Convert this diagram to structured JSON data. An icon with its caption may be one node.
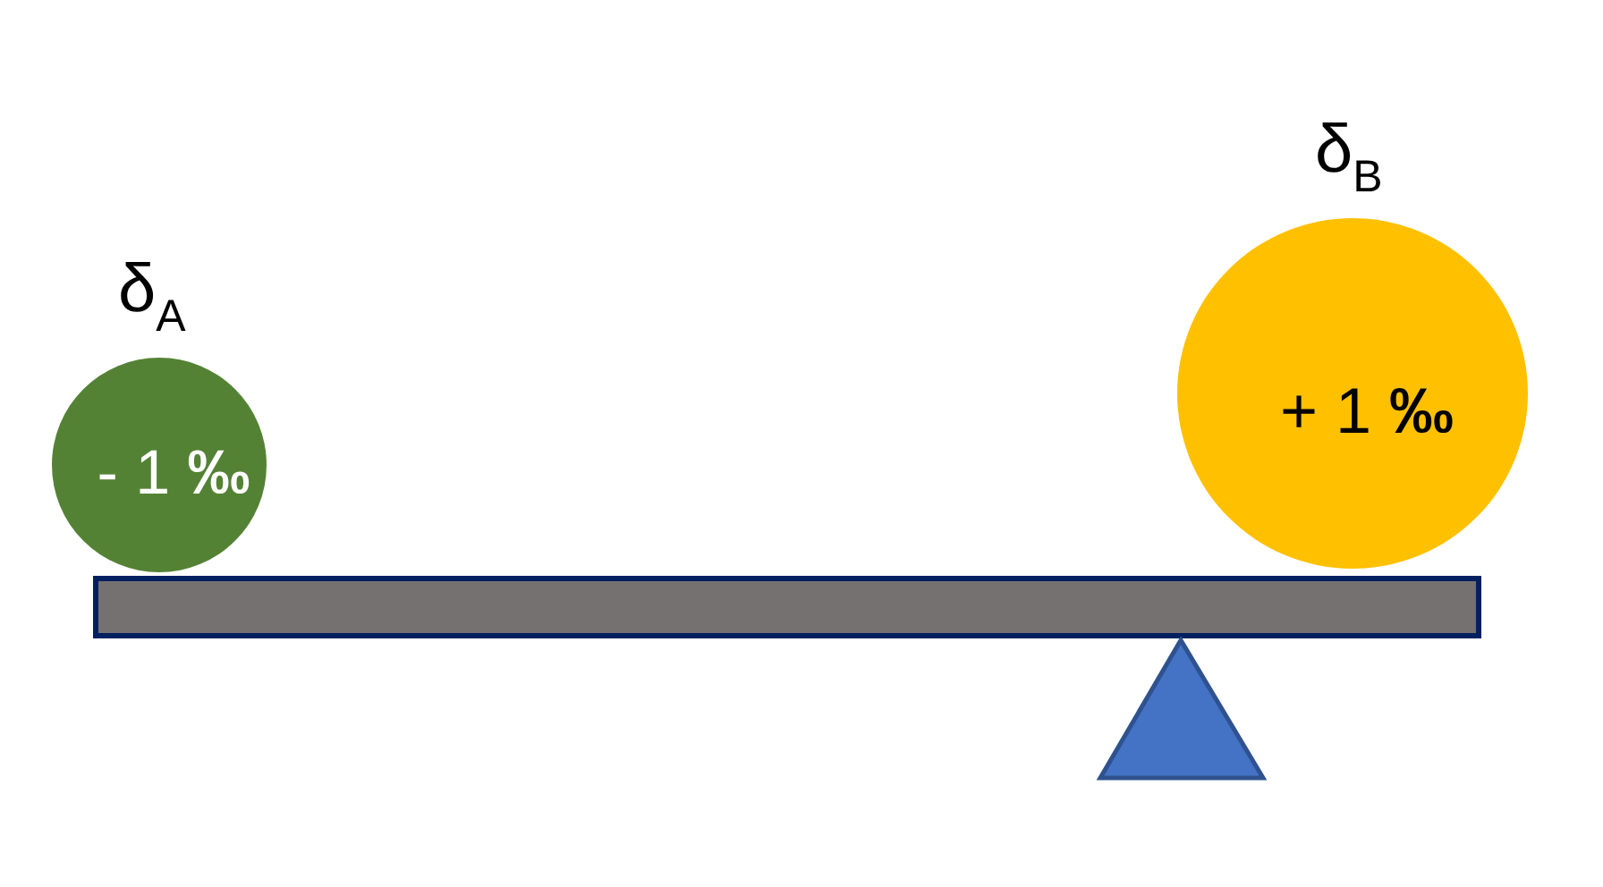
{
  "diagram": {
    "nodes": [
      {
        "text": [
          "δ$_{A}$",
          "- 1 **‰**"
        ]
      },
      {
        "text": [
          "δ$_{B}$",
          "+ 1 **‰**"
        ]
      }
    ]
  }
}
